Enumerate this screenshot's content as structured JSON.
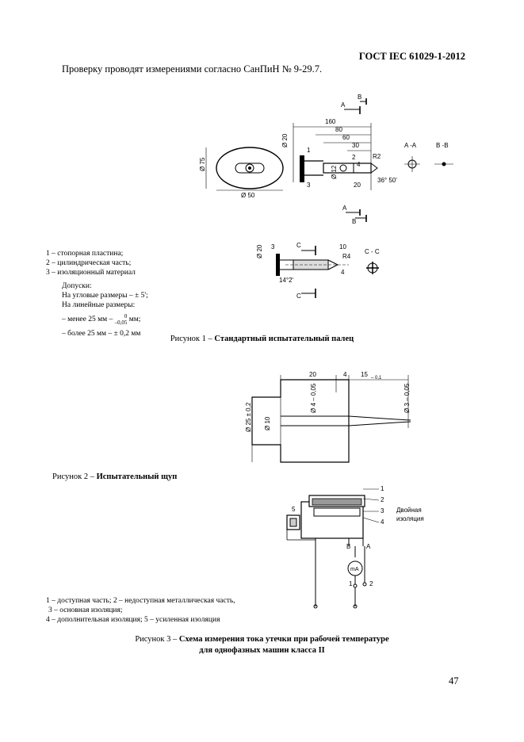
{
  "header": {
    "standard": "ГОСТ IEC 61029-1-2012"
  },
  "intro": "Проверку проводят измерениями согласно СанПиН № 9-29.7.",
  "fig1": {
    "legend": [
      "1 – стопорная пластина;",
      "2 – цилиндрическая часть;",
      "3 – изоляционный материал"
    ],
    "tolerances": {
      "title": "Допуски:",
      "angular": "На угловые размеры – ± 5';",
      "linear": "На линейные размеры:",
      "less_prefix": "– менее 25 мм –",
      "less_upper": "0",
      "less_lower": "–0,05",
      "less_suffix": "мм;",
      "more": "– более 25 мм – ± 0,2 мм"
    },
    "caption_prefix": "Рисунок 1 –",
    "caption_title": "Стандартный испытательный палец",
    "dims": {
      "d160": "160",
      "d80": "80",
      "d60": "60",
      "d30": "30",
      "d20": "20",
      "r2": "R2",
      "phi20": "Ø 20",
      "phi75": "Ø 75",
      "phi50": "Ø 50",
      "phi12": "Ø 12",
      "angle": "36° 50'",
      "sec_aa": "A -A",
      "sec_bb": "B -B",
      "a": "A",
      "b": "B",
      "n1": "1",
      "n2": "2",
      "n3": "3",
      "n4": "4",
      "c": "C",
      "sec_cc": "C - C",
      "d10": "10",
      "r4": "R4",
      "angle2": "14°2'"
    }
  },
  "fig2": {
    "caption_prefix": "Рисунок 2 –",
    "caption_title": "Испытательный щуп",
    "dims": {
      "d20": "20",
      "d4": "4",
      "d15": "15",
      "d15_tol": "– 0,1",
      "phi4": "Ø 4 – 0,05",
      "phi3": "Ø 3 – 0,05",
      "phi25": "Ø 25 ± 0,2",
      "phi10": "Ø 10"
    }
  },
  "fig3": {
    "legend": [
      "1 – доступная часть; 2 – недоступная металлическая часть,",
      "3 – основная изоляция;",
      "4 – дополнительная изоляция; 5 – усиленная изоляция"
    ],
    "labels": {
      "n1": "1",
      "n2": "2",
      "n3": "3",
      "n4": "4",
      "n5": "5",
      "double_insulation_1": "Двойная",
      "double_insulation_2": "изоляция",
      "a": "A",
      "b": "B",
      "meter": "mA",
      "sw1": "1",
      "sw2": "2"
    },
    "caption_prefix": "Рисунок 3 –",
    "caption_line1": "Схема измерения тока утечки при рабочей температуре",
    "caption_line2": "для однофазных машин класса II"
  },
  "page_number": "47"
}
